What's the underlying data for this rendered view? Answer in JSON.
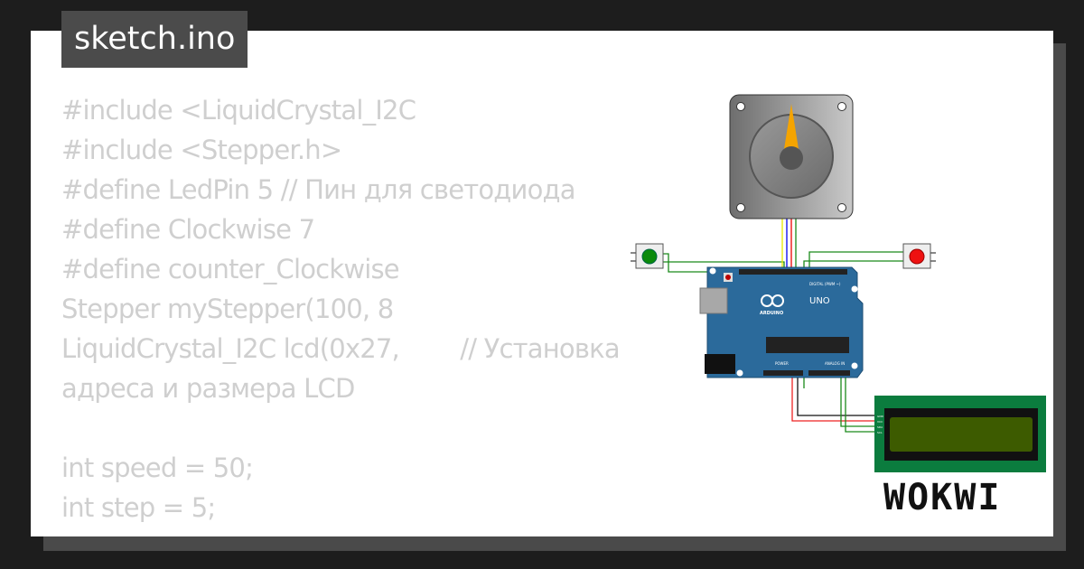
{
  "title": "sketch.ino",
  "code_lines": [
    "#include <LiquidCrystal_I2C",
    "#include <Stepper.h>",
    "#define LedPin 5 // Пин для светодиода",
    "#define Clockwise 7",
    "#define counter_Clockwise",
    "Stepper myStepper(100, 8",
    "LiquidCrystal_I2C lcd(0x27,        // Установка адреса и размера LCD",
    "",
    "int speed = 50;",
    "int step = 5;"
  ],
  "board": {
    "brand": "ARDUINO",
    "model": "UNO",
    "digital_label": "DIGITAL (PWM ~)",
    "power_label": "POWER",
    "analog_label": "ANALOG IN"
  },
  "lcd_pins": [
    "GND",
    "VCC",
    "SDA",
    "SCL"
  ],
  "logo": "WOKWI",
  "colors": {
    "background": "#1d1d1d",
    "card": "#ffffff",
    "code_text": "#cfcfcf",
    "board": "#2b6a9b",
    "lcd_pcb": "#0b7c3e",
    "lcd_screen": "#3d5b00",
    "pointer": "#f5a400"
  }
}
